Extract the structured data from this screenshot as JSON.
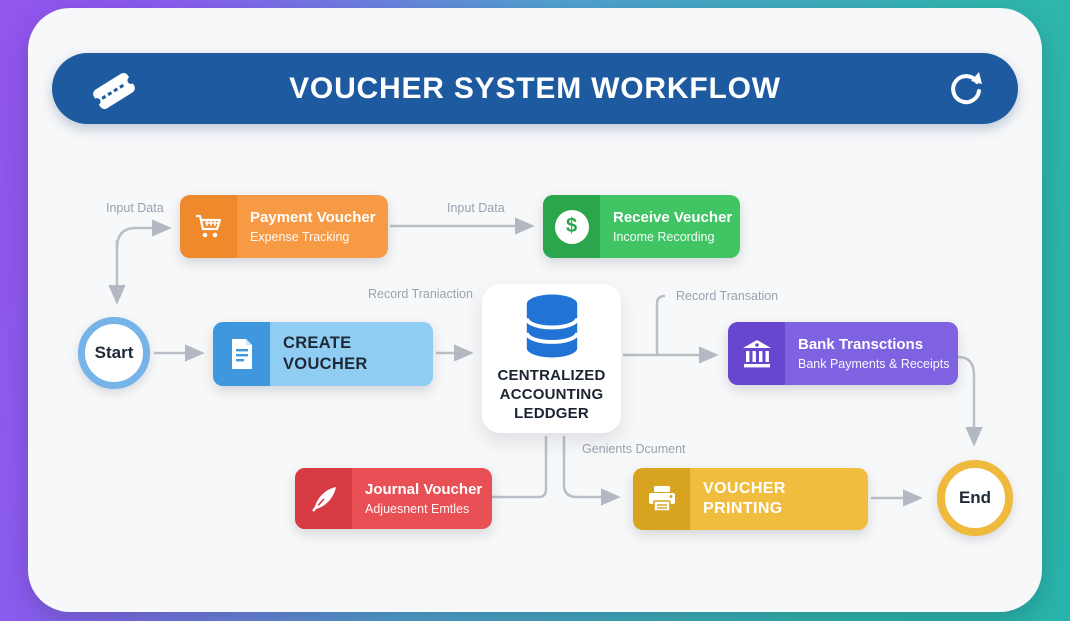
{
  "background": {
    "gradient_left": "#9355ee",
    "gradient_right": "#2fb6ae",
    "card_bg": "#f7f8f9"
  },
  "header": {
    "title": "VOUCHER SYSTEM WORKFLOW",
    "bg_color": "#1d5a9f",
    "left_icon": "ticket-icon",
    "right_icon": "refresh-icon"
  },
  "nodes": {
    "start": {
      "label": "Start",
      "border_color": "#76b3e8"
    },
    "payment_voucher": {
      "title": "Payment Voucher",
      "subtitle": "Expense Tracking",
      "body_color": "#f79a45",
      "icon_color": "#ef8a2c",
      "icon": "cart-icon"
    },
    "receive_voucher": {
      "title": "Receive Veucher",
      "subtitle": "Income Recording",
      "body_color": "#41c464",
      "icon_color": "#2aa64c",
      "icon": "dollar-icon"
    },
    "create_voucher": {
      "title": "CREATE VOUCHER",
      "body_color": "#8fcdf3",
      "icon_color": "#3f97dd",
      "icon": "document-icon"
    },
    "ledger": {
      "line1": "CENTRALIZED",
      "line2": "ACCOUNTING",
      "line3": "LEDDGER",
      "icon": "database-icon",
      "icon_color": "#2273d6"
    },
    "bank_transactions": {
      "title": "Bank Transctions",
      "subtitle": "Bank Payments & Receipts",
      "body_color": "#7e62e2",
      "icon_color": "#6747cf",
      "icon": "bank-icon"
    },
    "journal_voucher": {
      "title": "Journal Voucher",
      "subtitle": "Adjuesnent Emtles",
      "body_color": "#e85056",
      "icon_color": "#d63a42",
      "icon": "feather-icon"
    },
    "voucher_printing": {
      "title": "VOUCHER PRINTING",
      "body_color": "#f0bd3e",
      "icon_color": "#d8a31e",
      "icon": "printer-icon"
    },
    "end": {
      "label": "End",
      "border_color": "#eeb93c"
    }
  },
  "edge_labels": {
    "input_data_left": "Input Data",
    "input_data_right": "Input Data",
    "record_transaction_left": "Record Traniaction",
    "record_transaction_right": "Record Transation",
    "generate_document": "Genients Dcument"
  },
  "connector_color": "#b9bec7"
}
